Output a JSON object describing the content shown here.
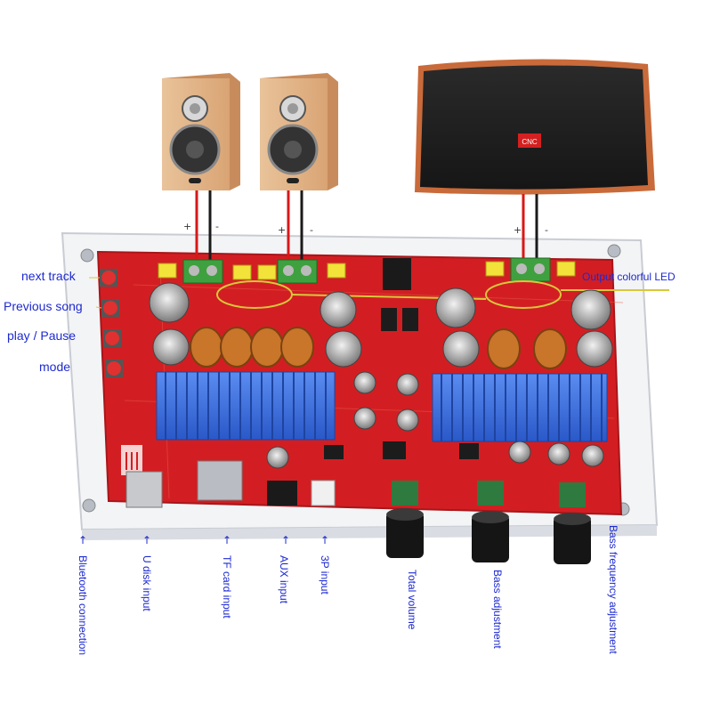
{
  "labels": {
    "next_track": "next track",
    "previous_song": "Previous song",
    "play_pause": "play / Pause",
    "mode": "mode",
    "output_led": "Output colorful LED",
    "bluetooth": "Bluetooth connection",
    "udisk": "U disk input",
    "tfcard": "TF card input",
    "aux": "AUX input",
    "threep": "3P input",
    "total_volume": "Total volume",
    "bass_adjust": "Bass adjustment",
    "bass_freq": "Bass frequency adjustment"
  },
  "polarity": {
    "plus": "+",
    "minus": "-"
  },
  "speaker_badge": "CNC",
  "colors": {
    "label": "#1e2ad0",
    "board": "#d21e22",
    "heatsink": "#3a6fe0",
    "annotation_ring": "#d8c83a"
  },
  "icons": {
    "arrow": "up-arrow-icon"
  }
}
